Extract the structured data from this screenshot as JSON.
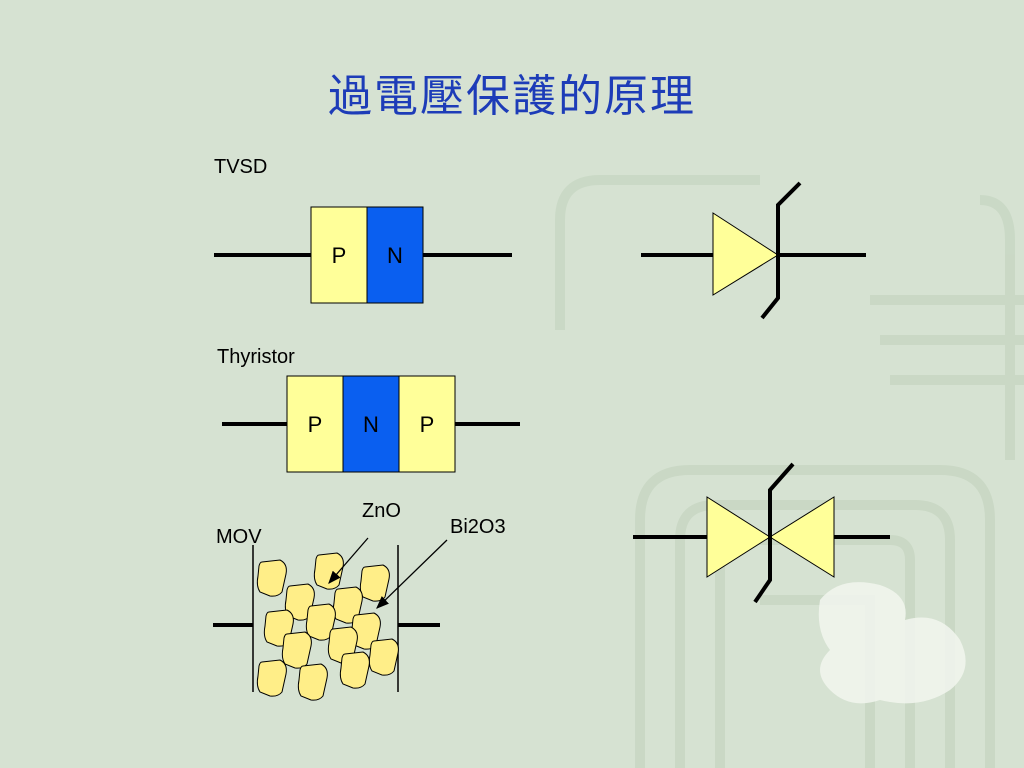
{
  "title": "過電壓保護的原理",
  "tvsd": {
    "label": "TVSD",
    "p": "P",
    "n": "N"
  },
  "thyristor": {
    "label": "Thyristor",
    "p1": "P",
    "n": "N",
    "p2": "P"
  },
  "mov": {
    "label": "MOV",
    "zno": "ZnO",
    "bi2o3": "Bi2O3"
  },
  "colors": {
    "p_region": "#ffff99",
    "n_region": "#0a5ff0",
    "wire": "#000000",
    "title": "#1d3cb8",
    "grain": "#ffee88",
    "background": "#d6e2d2"
  }
}
